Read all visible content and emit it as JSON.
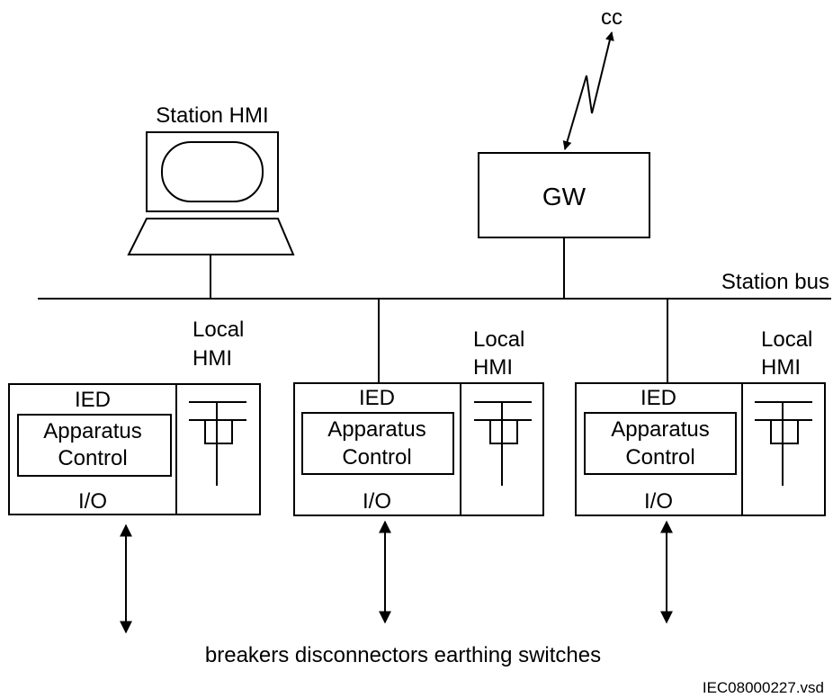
{
  "labels": {
    "cc": "cc",
    "station_hmi": "Station HMI",
    "gateway": "GW",
    "station_bus": "Station bus",
    "footer_caption": "breakers disconnectors earthing switches",
    "file_id": "IEC08000227.vsd"
  },
  "bays": [
    {
      "local_hmi_line1": "Local",
      "local_hmi_line2": "HMI",
      "ied": "IED",
      "control_line1": "Apparatus",
      "control_line2": "Control",
      "io": "I/O"
    },
    {
      "local_hmi_line1": "Local",
      "local_hmi_line2": "HMI",
      "ied": "IED",
      "control_line1": "Apparatus",
      "control_line2": "Control",
      "io": "I/O"
    },
    {
      "local_hmi_line1": "Local",
      "local_hmi_line2": "HMI",
      "ied": "IED",
      "control_line1": "Apparatus",
      "control_line2": "Control",
      "io": "I/O"
    }
  ]
}
